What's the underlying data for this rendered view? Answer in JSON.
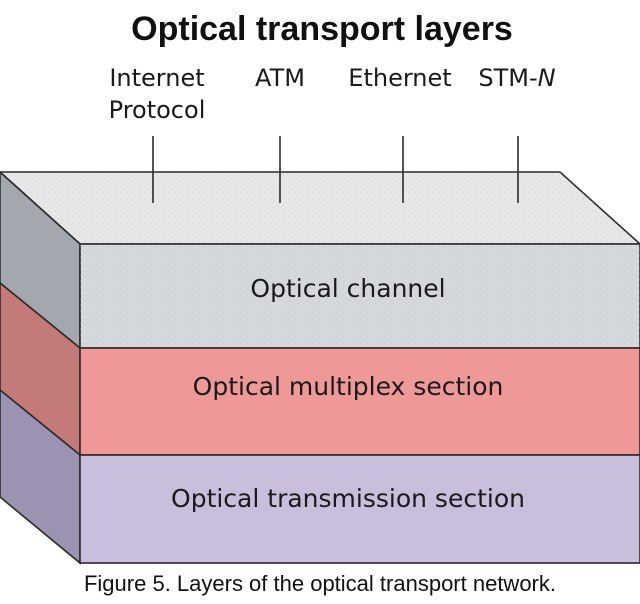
{
  "title": "Optical transport layers",
  "protocols": [
    {
      "line1": "Internet",
      "line2": "Protocol"
    },
    {
      "line1": "ATM",
      "line2": ""
    },
    {
      "line1": "Ethernet",
      "line2": ""
    },
    {
      "line1": "STM-",
      "line2": "",
      "italic_suffix": "N"
    }
  ],
  "layers": [
    {
      "label": "Optical channel"
    },
    {
      "label": "Optical multiplex section"
    },
    {
      "label": "Optical transmission section"
    }
  ],
  "caption": "Figure 5. Layers of the optical transport network.",
  "colors": {
    "top_face": "#e6e7e8",
    "channel_front": "#d5d8dc",
    "channel_side": "#a3a8ae",
    "multiplex_front": "#ee9898",
    "multiplex_side": "#c47a78",
    "transmission_front": "#c9bedc",
    "transmission_side": "#9c92b1"
  }
}
